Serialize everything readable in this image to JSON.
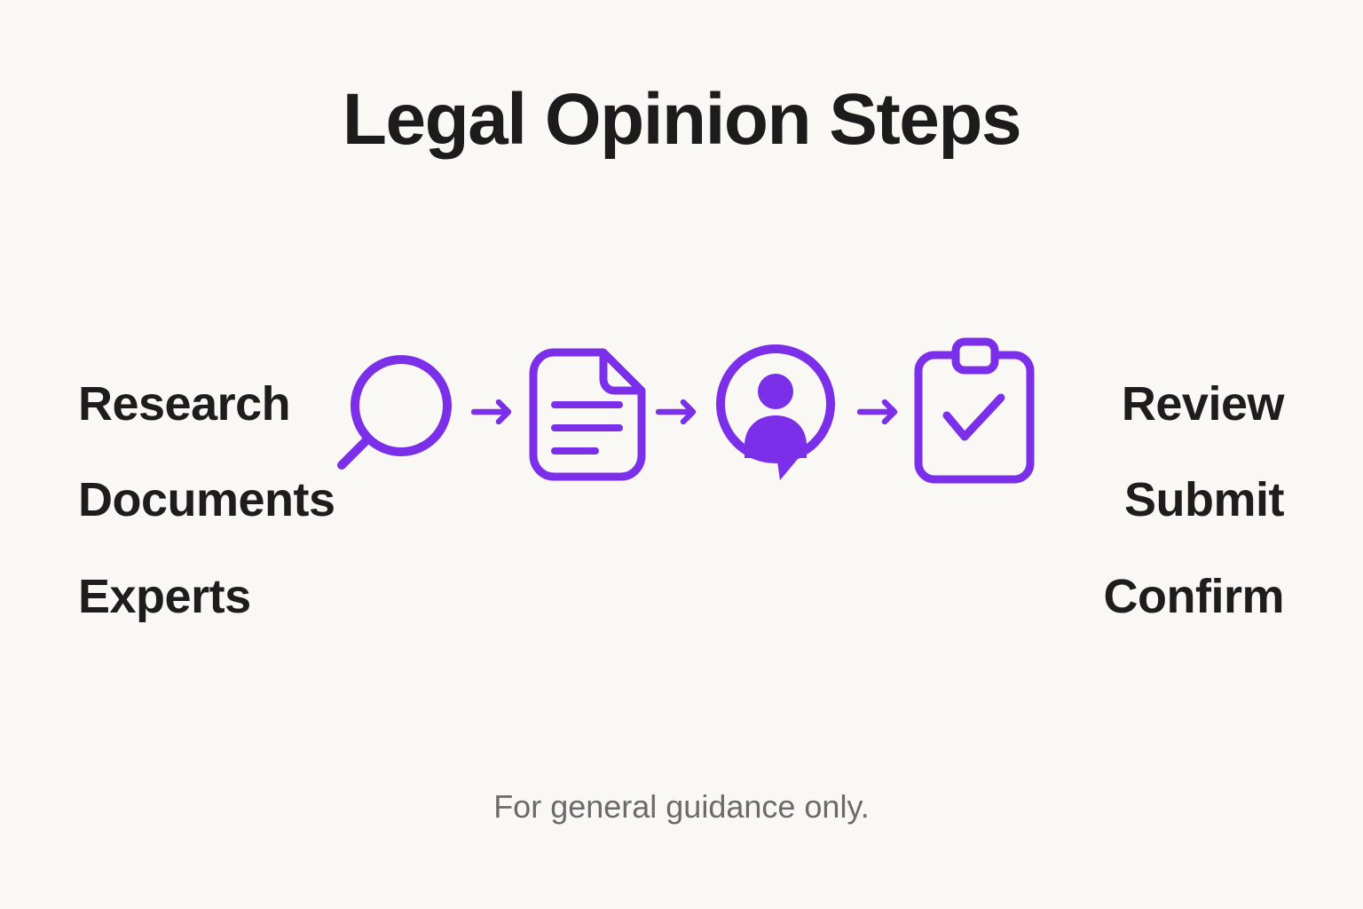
{
  "title": "Legal Opinion Steps",
  "footer_note": "For general guidance only.",
  "left_labels": [
    "Research",
    "Documents",
    "Experts"
  ],
  "right_labels": [
    "Review",
    "Submit",
    "Confirm"
  ],
  "flow_icons": [
    "search-icon",
    "document-icon",
    "person-icon",
    "clipboard-check-icon"
  ],
  "colors": {
    "accent": "#7c2fe8",
    "text": "#1d1d1d",
    "muted_text": "#6b6b6b",
    "background": "#faf8f5"
  }
}
